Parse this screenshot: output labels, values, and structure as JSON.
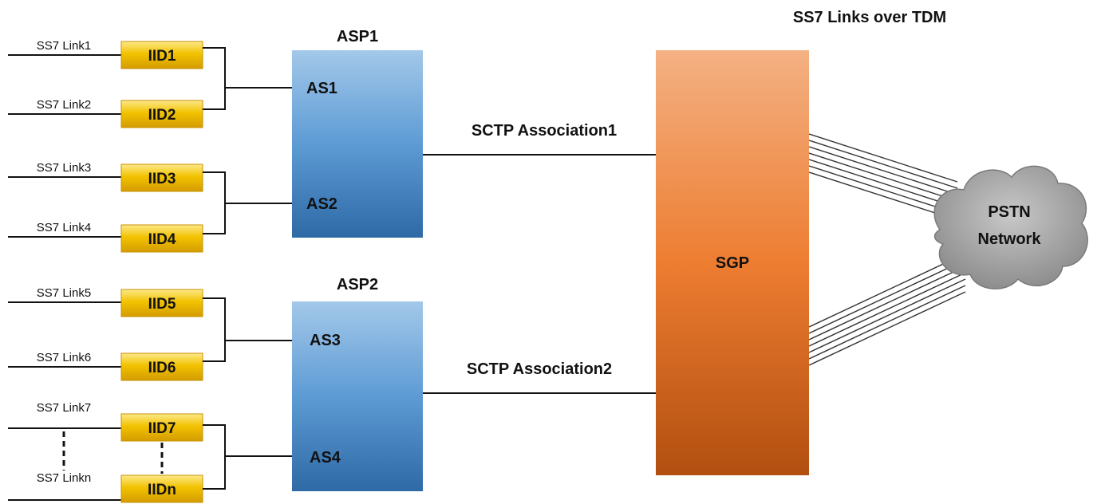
{
  "title": "SS7 Links over TDM",
  "links": [
    {
      "label": "SS7 Link1",
      "iid": "IID1"
    },
    {
      "label": "SS7 Link2",
      "iid": "IID2"
    },
    {
      "label": "SS7 Link3",
      "iid": "IID3"
    },
    {
      "label": "SS7 Link4",
      "iid": "IID4"
    },
    {
      "label": "SS7 Link5",
      "iid": "IID5"
    },
    {
      "label": "SS7 Link6",
      "iid": "IID6"
    },
    {
      "label": "SS7 Link7",
      "iid": "IID7"
    },
    {
      "label": "SS7 Linkn",
      "iid": "IIDn"
    }
  ],
  "asp": [
    {
      "title": "ASP1",
      "as": [
        "AS1",
        "AS2"
      ]
    },
    {
      "title": "ASP2",
      "as": [
        "AS3",
        "AS4"
      ]
    }
  ],
  "associations": [
    "SCTP Association1",
    "SCTP Association2"
  ],
  "sgp": "SGP",
  "cloud": {
    "line1": "PSTN",
    "line2": "Network"
  },
  "colors": {
    "iid_top": "#fde98a",
    "iid_bottom": "#e0a800",
    "asp_top": "#9cc3e6",
    "asp_bottom": "#2e6aa6",
    "sgp_top": "#f4b183",
    "sgp_mid": "#ed7d31",
    "sgp_bottom": "#b25212",
    "cloud": "#a6a6a6"
  }
}
